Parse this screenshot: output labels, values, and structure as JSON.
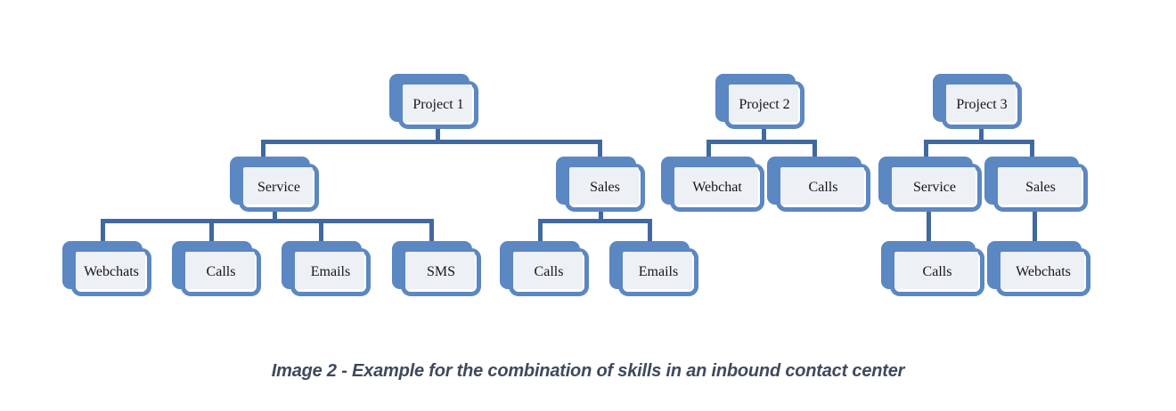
{
  "diagram": {
    "type": "organizational-tree",
    "caption": "Image 2 - Example for the combination of skills in an inbound contact center",
    "colors": {
      "node_shadow": "#5B87C2",
      "node_border": "#5B87C2",
      "node_fill": "#FFFFFF",
      "node_inner_fill": "#EDF0F5",
      "connector": "#41699F",
      "label_text": "#161616",
      "caption_text": "#3E4A5C",
      "background": "#FFFFFF"
    },
    "trees": [
      {
        "root": "Project 1",
        "children": [
          {
            "label": "Service",
            "children": [
              "Webchats",
              "Calls",
              "Emails",
              "SMS"
            ]
          },
          {
            "label": "Sales",
            "children": [
              "Calls",
              "Emails"
            ]
          }
        ]
      },
      {
        "root": "Project 2",
        "children": [
          {
            "label": "Webchat",
            "children": []
          },
          {
            "label": "Calls",
            "children": []
          }
        ]
      },
      {
        "root": "Project 3",
        "children": [
          {
            "label": "Service",
            "children": [
              "Calls"
            ]
          },
          {
            "label": "Sales",
            "children": [
              "Webchats"
            ]
          }
        ]
      }
    ]
  },
  "nodes": {
    "p1": "Project 1",
    "p1_service": "Service",
    "p1_sales": "Sales",
    "p1_s_webchats": "Webchats",
    "p1_s_calls": "Calls",
    "p1_s_emails": "Emails",
    "p1_s_sms": "SMS",
    "p1_sa_calls": "Calls",
    "p1_sa_emails": "Emails",
    "p2": "Project 2",
    "p2_webchat": "Webchat",
    "p2_calls": "Calls",
    "p3": "Project 3",
    "p3_service": "Service",
    "p3_sales": "Sales",
    "p3_s_calls": "Calls",
    "p3_sa_webchats": "Webchats"
  }
}
